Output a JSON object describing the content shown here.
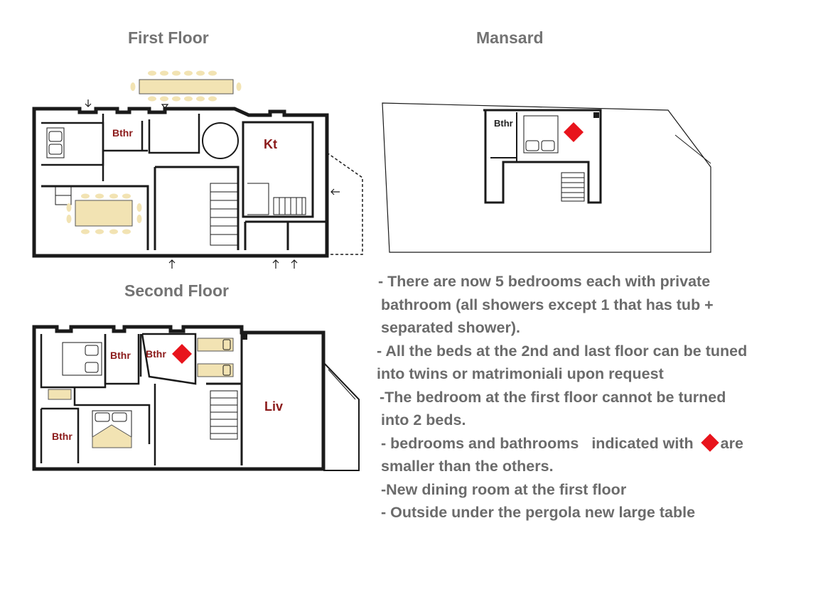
{
  "titles": {
    "first_floor": "First Floor",
    "mansard": "Mansard",
    "second_floor": "Second Floor"
  },
  "room_labels": {
    "first_bthr": "Bthr",
    "first_kt": "Kt",
    "mansard_bthr": "Bthr",
    "second_bthr_1": "Bthr",
    "second_bthr_2": "Bthr",
    "second_bthr_3": "Bthr",
    "second_liv": "Liv"
  },
  "notes": {
    "l1": "- There are now 5 bedrooms each  with private",
    "l2": "bathroom (all showers except 1 that has tub +",
    "l3": "separated shower).",
    "l4": "- All the beds at the 2nd and last floor can be tuned",
    "l5": "into twins or matrimoniali upon request",
    "l6": "-The bedroom at the first floor cannot be turned",
    "l7": "into 2 beds.",
    "l8a": "- bedrooms and bathrooms",
    "l8b": "indicated with",
    "l8c": "are",
    "l9": "smaller than the others.",
    "l10": "-New dining room at the first floor",
    "l11": "- Outside under the pergola new large table"
  },
  "colors": {
    "marker": "#e8141c",
    "furniture": "#f2e3b3",
    "room_label": "#8b1a1a",
    "wall": "#1a1a1a"
  }
}
